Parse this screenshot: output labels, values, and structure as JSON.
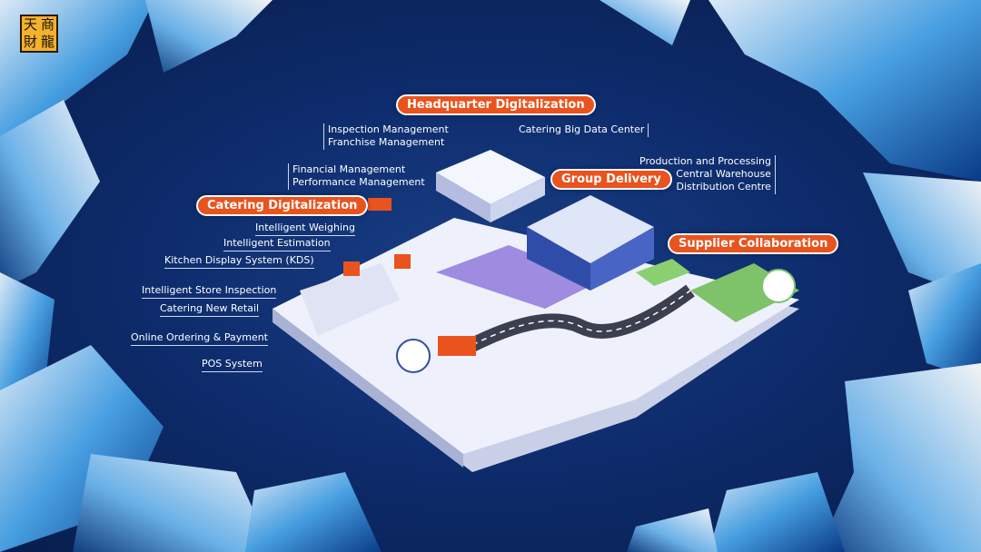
{
  "logo": {
    "chars": [
      "天",
      "商",
      "財",
      "龍"
    ]
  },
  "sections": {
    "headquarter": "Headquarter Digitalization",
    "catering": "Catering Digitalization",
    "group_delivery": "Group Delivery",
    "supplier": "Supplier Collaboration"
  },
  "labels": {
    "inspection": "Inspection Management",
    "franchise": "Franchise Management",
    "financial": "Financial Management",
    "performance": "Performance Management",
    "big_data": "Catering Big Data Center",
    "production": "Production and Processing",
    "central_warehouse": "Central Warehouse",
    "distribution": "Distribution Centre",
    "weighing": "Intelligent Weighing",
    "estimation": "Intelligent Estimation",
    "kds": "Kitchen Display System (KDS)",
    "store_inspection": "Intelligent Store Inspection",
    "new_retail": "Catering New Retail",
    "online_ordering": "Online Ordering & Payment",
    "pos": "POS System"
  },
  "colors": {
    "accent": "#e9531e",
    "background": "#0e2d6e"
  }
}
